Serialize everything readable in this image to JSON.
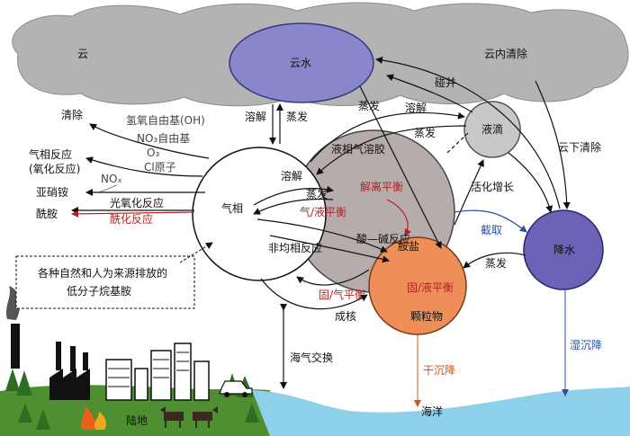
{
  "labels": {
    "cloud": "云",
    "cloud_water": "云水",
    "in_cloud_removal": "云内清除",
    "coalescence": "碰并",
    "droplet": "液滴",
    "below_cloud_removal": "云下清除",
    "dissolve_top": "溶解",
    "evaporate_top": "蒸发",
    "evaporate_mid1": "蒸发",
    "dissolve_mid": "溶解",
    "evaporate_mid2": "蒸发",
    "aqueous_amine": "液相气溶胶",
    "activation_growth": "活化增长",
    "capture": "截取",
    "precipitation": "降水",
    "evaporate_precip": "蒸发",
    "wet_deposition": "湿沉降",
    "removal": "清除",
    "oh_radical": "氢氧自由基(OH)",
    "no3_radical": "NO₃自由基",
    "o3": "O₃",
    "cl_atom": "Cl原子",
    "gas_reaction_1": "气相反应",
    "gas_reaction_2": "(氧化反应)",
    "nox": "NOₓ",
    "nitrosamine": "亚硝铵",
    "amide": "酰胺",
    "photooxidation": "光氧化反应",
    "acylation": "酰化反应",
    "gas_phase": "气相",
    "dissolve_inner": "溶解",
    "evaporate_inner": "蒸发",
    "gas_liquid_eq": "气/液平衡",
    "dissociation_eq": "解离平衡",
    "acid_base": "酸—碱反应",
    "heterogeneous": "非均相反应",
    "aminium_salt": "胺盐",
    "solid_liquid_eq": "固/液平衡",
    "solid_gas_eq": "固/气平衡",
    "nucleation": "成核",
    "particle": "颗粒物",
    "dry_deposition": "干沉降",
    "air_sea_exchange": "海气交换",
    "ocean": "海洋",
    "land": "陆地",
    "source_box_1": "各种自然和人为来源排放的",
    "source_box_2": "低分子烷基胺"
  },
  "colors": {
    "cloud": "#b3b3b3",
    "cloud_water": "#8a86cc",
    "precipitation": "#6b63b5",
    "droplet": "#c8c8c8",
    "aerosol": "#9e9090",
    "particle": "#ee8f5a",
    "ocean": "#8ed0ea",
    "land": "#4f8f32",
    "red_text": "#b22222",
    "blue_text": "#2b4fa3"
  }
}
